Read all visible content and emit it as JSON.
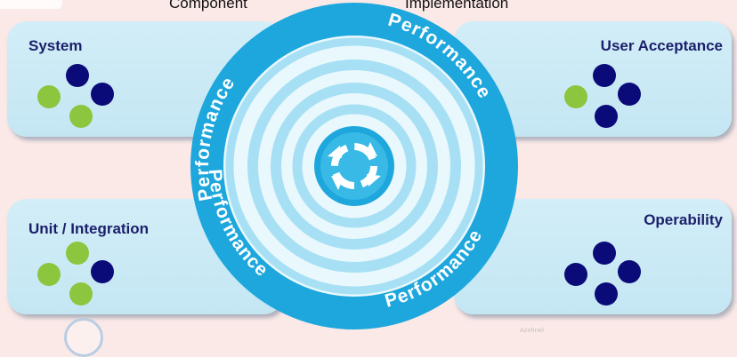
{
  "labels": {
    "top_left": "Component",
    "top_right": "Implementation"
  },
  "panels": {
    "system": "System",
    "user_acceptance": "User Acceptance",
    "unit_integration": "Unit / Integration",
    "operability": "Operability"
  },
  "wheel": {
    "ring_word": "Performance",
    "ring_color": "#1da7dd",
    "center_color": "#1da7dd"
  },
  "colors": {
    "navy": "#0a0a78",
    "green": "#8cc63f",
    "title": "#1b1f6b"
  },
  "footer_faint": "Azshrwl"
}
